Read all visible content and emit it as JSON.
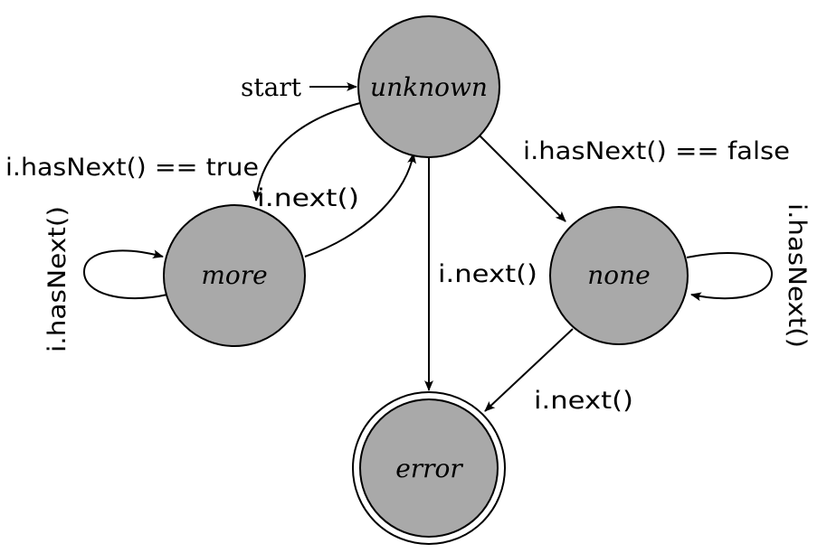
{
  "diagram": {
    "states": {
      "unknown": "unknown",
      "more": "more",
      "none": "none",
      "error": "error"
    },
    "start_label": "start",
    "edges": {
      "unknown_to_more": "i.hasNext() == true",
      "more_to_unknown": "i.next()",
      "more_self_loop": "i.hasNext()",
      "unknown_to_none": "i.hasNext() == false",
      "none_self_loop": "i.hasNext()",
      "unknown_to_error": "i.next()",
      "none_to_error": "i.next()"
    },
    "colors": {
      "state_fill": "#a9a9a9",
      "stroke": "#000000",
      "background": "#ffffff"
    }
  }
}
